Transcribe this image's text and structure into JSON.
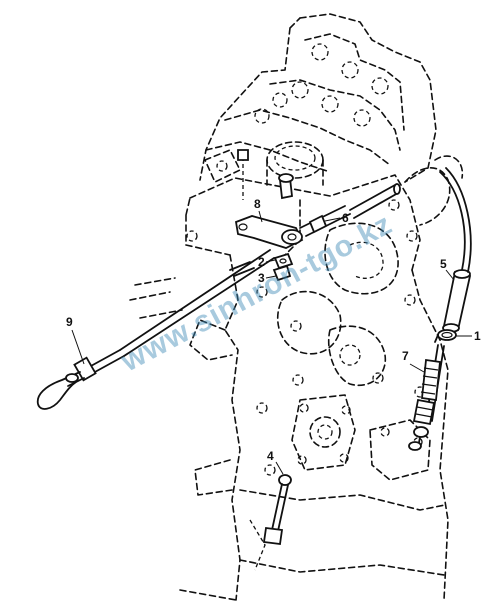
{
  "callouts": {
    "c1": "1",
    "c2": "2",
    "c3": "3",
    "c4": "4",
    "c5": "5",
    "c6": "6",
    "c7": "7",
    "c8": "8",
    "c9": "9"
  },
  "watermark": "www.sinhron-tgo.kz",
  "colors": {
    "line": "#111111",
    "watermark": "#3f8bb8",
    "background": "#ffffff"
  }
}
